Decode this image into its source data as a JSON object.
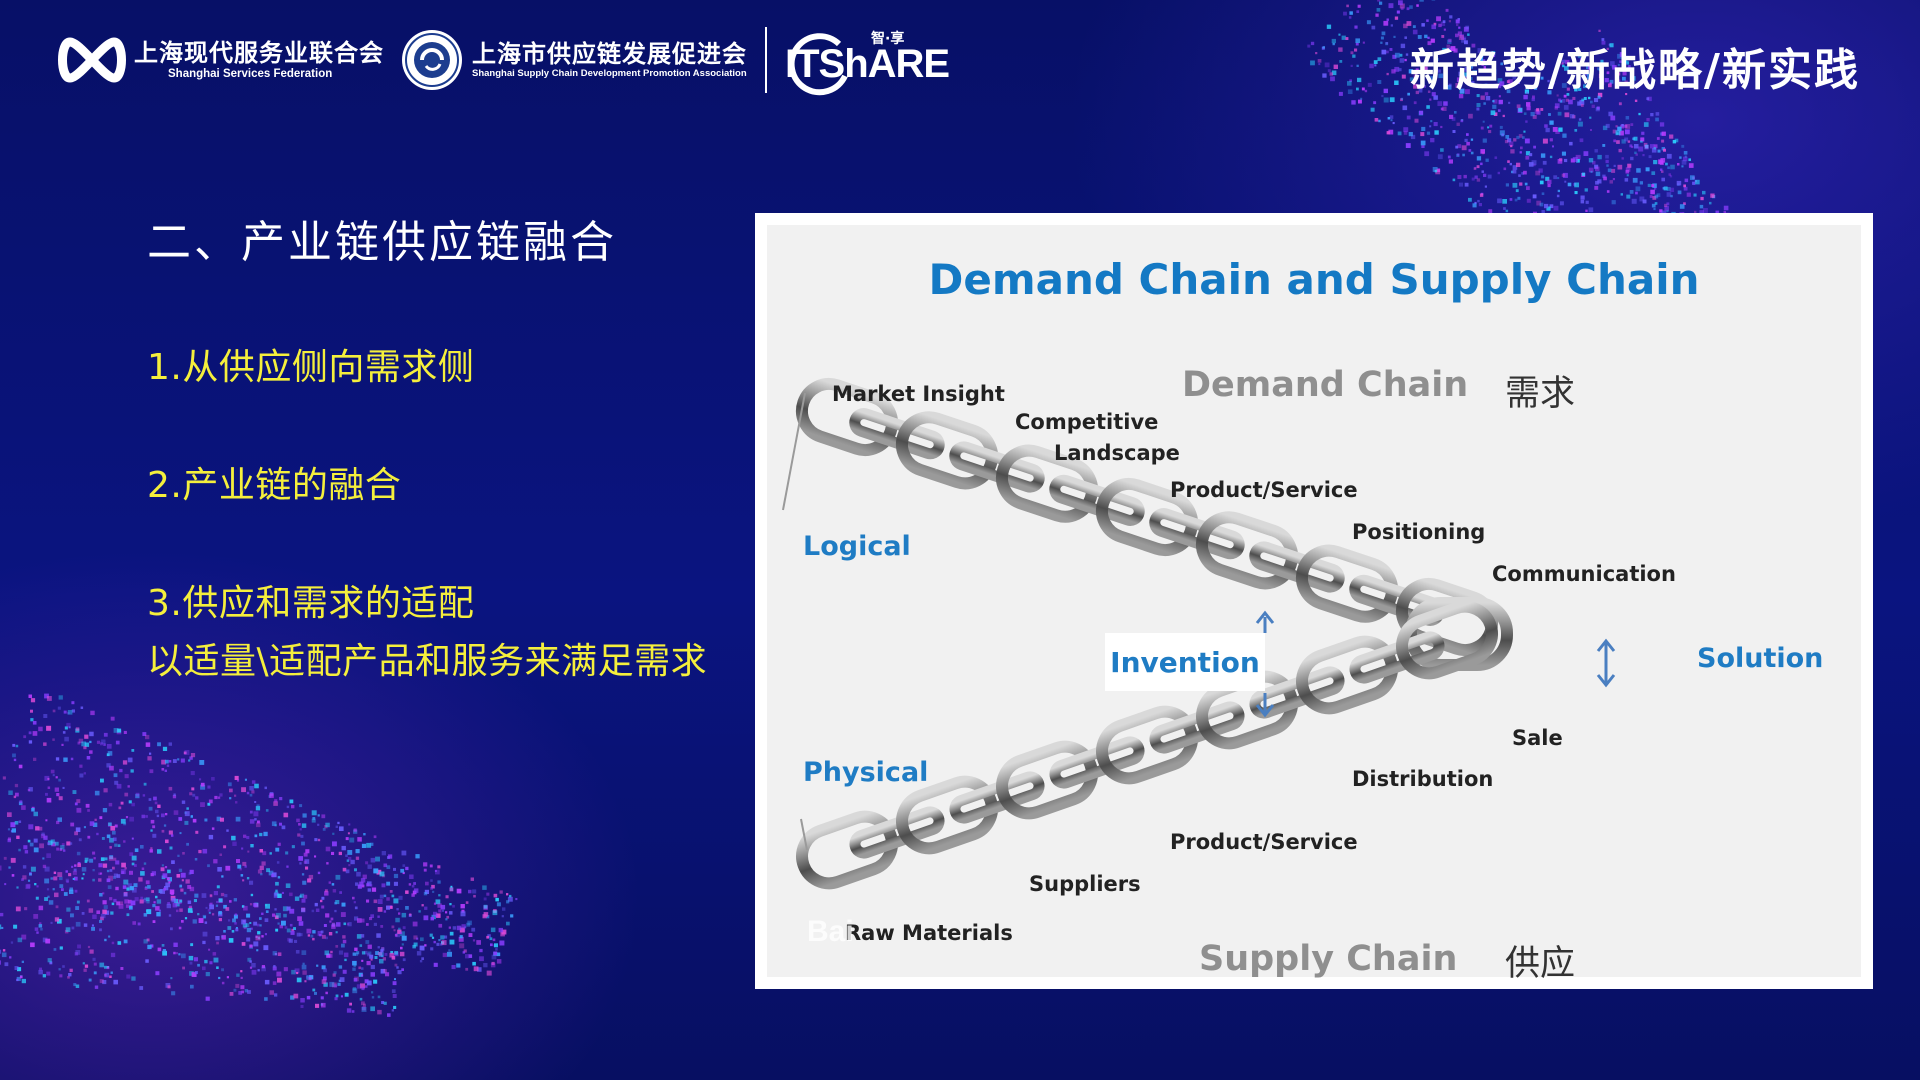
{
  "header": {
    "ssf_name_cn": "上海现代服务业联合会",
    "ssf_name_en": "Shanghai Services Federation",
    "scm_name_cn": "上海市供应链发展促进会",
    "scm_name_en": "Shanghai Supply Chain Development Promotion Association",
    "itshare_brand": "ITShARE",
    "itshare_sub": "智·享",
    "slogan": "新趋势/新战略/新实践"
  },
  "content": {
    "section_title": "二、产业链供应链融合",
    "points": [
      "1.从供应侧向需求侧",
      "2.产业链的融合",
      "3.供应和需求的适配",
      "以适量\\适配产品和服务来满足需求"
    ]
  },
  "diagram": {
    "title": "Demand Chain and Supply Chain",
    "demand_chain": "Demand Chain",
    "demand_cn": "需求",
    "supply_chain": "Supply Chain",
    "supply_cn": "供应",
    "logical": "Logical",
    "physical": "Physical",
    "invention": "Invention",
    "solution": "Solution",
    "upper_labels": [
      "Market Insight",
      "Competitive",
      "Landscape",
      "Product/Service",
      "Positioning",
      "Communication"
    ],
    "lower_labels": [
      "Sale",
      "Distribution",
      "Product/Service",
      "Suppliers",
      "Raw Materials"
    ],
    "watermark": "Bai"
  },
  "colors": {
    "accent_yellow": "#f5ef3c",
    "diagram_blue": "#1479c4",
    "background": "#0a1480"
  }
}
